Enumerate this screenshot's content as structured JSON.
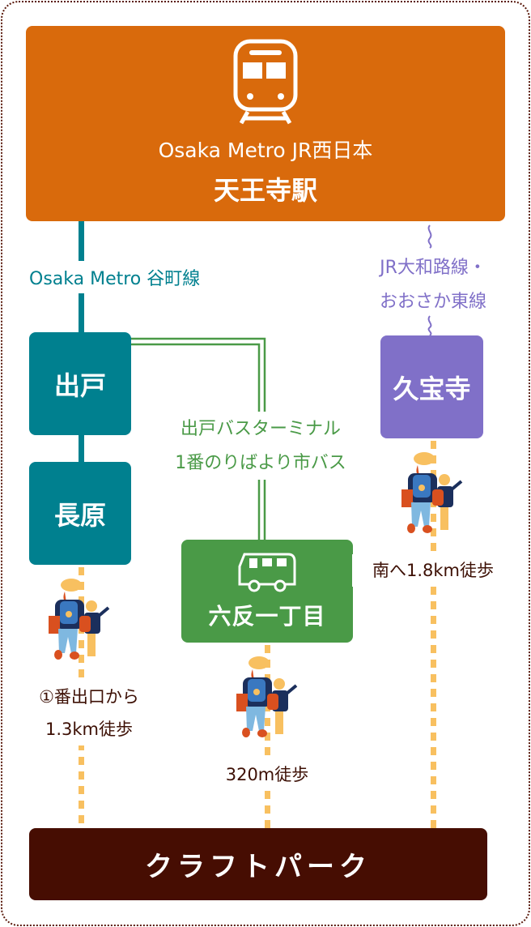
{
  "origin": {
    "operators": "Osaka Metro JR西日本",
    "station": "天王寺駅",
    "icon": "train-icon"
  },
  "routes": {
    "metro_line": "Osaka Metro 谷町線",
    "bus_line": [
      "出戸バスターミナル",
      "1番のりばより市バス"
    ],
    "jr_line": [
      "JR大和路線・",
      "おおさか東線"
    ]
  },
  "stations": {
    "deto": "出戸",
    "nagahara": "長原",
    "kyuhoji": "久宝寺",
    "bus_stop": "六反一丁目",
    "bus_icon": "bus-icon"
  },
  "walks": {
    "nagahara": [
      "①番出口から",
      "1.3km徒歩"
    ],
    "bus_stop": "320m徒歩",
    "kyuhoji": "南へ1.8km徒歩"
  },
  "destination": "クラフトパーク",
  "colors": {
    "orange": "#d96a0c",
    "teal": "#00808f",
    "green": "#4a9a47",
    "purple": "#8070c8",
    "walk": "#f8c060",
    "goal": "#460d02"
  }
}
